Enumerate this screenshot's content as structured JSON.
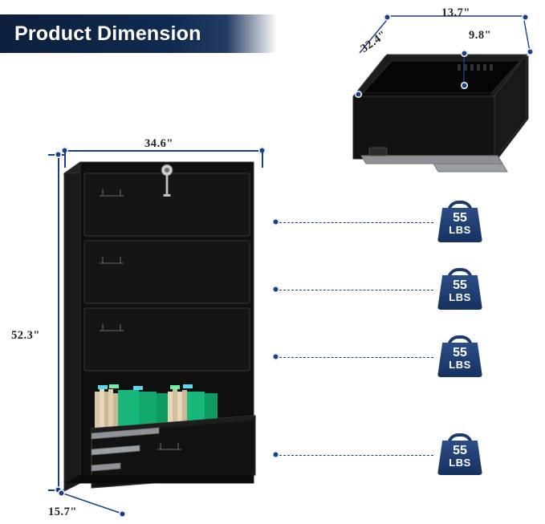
{
  "header": {
    "title": "Product Dimension"
  },
  "cabinet": {
    "name": "4-drawer lateral file cabinet",
    "dimensions": {
      "width_label": "34.6\"",
      "height_label": "52.3\"",
      "depth_label": "15.7\""
    },
    "drawer_count": 4
  },
  "drawer_detail": {
    "name": "single drawer box detail",
    "dimensions": {
      "length_label": "32.4\"",
      "width_label": "13.7\"",
      "height_label": "9.8\""
    }
  },
  "capacity_badges": [
    {
      "value": "55",
      "unit": "LBS"
    },
    {
      "value": "55",
      "unit": "LBS"
    },
    {
      "value": "55",
      "unit": "LBS"
    },
    {
      "value": "55",
      "unit": "LBS"
    }
  ],
  "colors": {
    "banner_dark": "#0d1f3c",
    "accent_blue": "#1b3f87",
    "badge_blue": "#22457c",
    "product_black": "#101010",
    "text_dark": "#231f20"
  }
}
